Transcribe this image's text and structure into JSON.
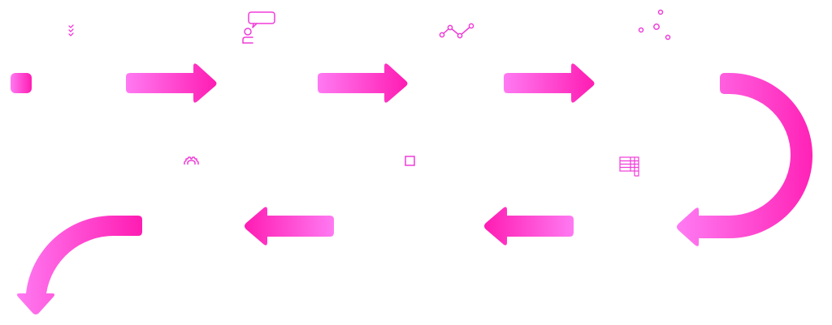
{
  "diagram": {
    "type": "process-flow",
    "layout": "serpentine",
    "colors": {
      "gradient_light": "#FF7AF2",
      "gradient_dark": "#FF1CB2",
      "icon_stroke": "#F03CD8"
    },
    "start_marker": {
      "shape": "rounded-square"
    },
    "steps": [
      {
        "icon": "checklist-icon",
        "row": "top"
      },
      {
        "icon": "user-chat-icon",
        "row": "top"
      },
      {
        "icon": "line-chart-icon",
        "row": "top"
      },
      {
        "icon": "scatter-plot-icon",
        "row": "top"
      },
      {
        "icon": "table-icon",
        "row": "bottom"
      },
      {
        "icon": "square-icon",
        "row": "bottom"
      },
      {
        "icon": "gear-icon",
        "row": "bottom"
      }
    ],
    "arrows": [
      {
        "direction": "right",
        "row": "top"
      },
      {
        "direction": "right",
        "row": "top"
      },
      {
        "direction": "right",
        "row": "top"
      },
      {
        "direction": "u-turn-left",
        "row": "right-edge"
      },
      {
        "direction": "left",
        "row": "bottom"
      },
      {
        "direction": "left",
        "row": "bottom"
      },
      {
        "direction": "curve-down",
        "row": "bottom-left"
      }
    ]
  }
}
